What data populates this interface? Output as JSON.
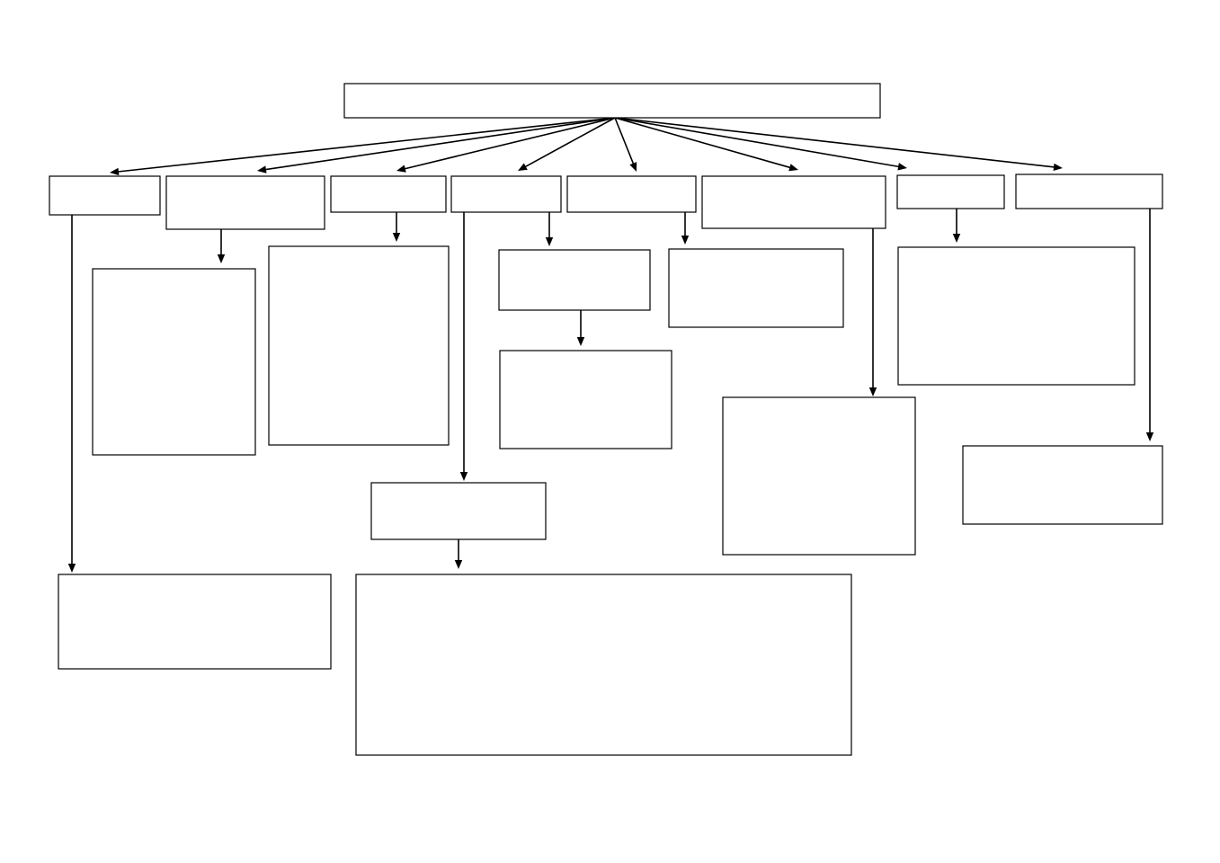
{
  "diagram": {
    "type": "flowchart",
    "colors": {
      "stroke": "#000000",
      "fill": "#ffffff",
      "background": "#ffffff"
    },
    "nodes": [
      {
        "id": "root",
        "label": ""
      },
      {
        "id": "branch-1",
        "label": ""
      },
      {
        "id": "branch-2",
        "label": ""
      },
      {
        "id": "branch-3",
        "label": ""
      },
      {
        "id": "branch-4",
        "label": ""
      },
      {
        "id": "branch-5",
        "label": ""
      },
      {
        "id": "branch-6",
        "label": ""
      },
      {
        "id": "branch-7",
        "label": ""
      },
      {
        "id": "branch-8",
        "label": ""
      },
      {
        "id": "branch-1-child",
        "label": ""
      },
      {
        "id": "branch-2-child",
        "label": ""
      },
      {
        "id": "branch-3-child",
        "label": ""
      },
      {
        "id": "branch-4-child-a",
        "label": ""
      },
      {
        "id": "branch-4-child-b",
        "label": ""
      },
      {
        "id": "branch-4-child-a-child",
        "label": ""
      },
      {
        "id": "branch-4-child-a-child-child",
        "label": ""
      },
      {
        "id": "branch-5-child-a",
        "label": ""
      },
      {
        "id": "branch-5-child-b",
        "label": ""
      },
      {
        "id": "branch-6-child",
        "label": ""
      },
      {
        "id": "branch-7-child",
        "label": ""
      },
      {
        "id": "branch-8-child",
        "label": ""
      }
    ],
    "edges": [
      {
        "from": "root",
        "to": "branch-1"
      },
      {
        "from": "root",
        "to": "branch-2"
      },
      {
        "from": "root",
        "to": "branch-3"
      },
      {
        "from": "root",
        "to": "branch-4"
      },
      {
        "from": "root",
        "to": "branch-5"
      },
      {
        "from": "root",
        "to": "branch-6"
      },
      {
        "from": "root",
        "to": "branch-7"
      },
      {
        "from": "root",
        "to": "branch-8"
      },
      {
        "from": "branch-1",
        "to": "branch-1-child"
      },
      {
        "from": "branch-2",
        "to": "branch-2-child"
      },
      {
        "from": "branch-3",
        "to": "branch-3-child"
      },
      {
        "from": "branch-4",
        "to": "branch-4-child-a"
      },
      {
        "from": "branch-4",
        "to": "branch-4-child-b"
      },
      {
        "from": "branch-4-child-a",
        "to": "branch-4-child-a-child"
      },
      {
        "from": "branch-4-child-a-child",
        "to": "branch-4-child-a-child-child"
      },
      {
        "from": "branch-5",
        "to": "branch-5-child-a"
      },
      {
        "from": "branch-5",
        "to": "branch-5-child-b"
      },
      {
        "from": "branch-6",
        "to": "branch-6-child"
      },
      {
        "from": "branch-7",
        "to": "branch-7-child"
      },
      {
        "from": "branch-8",
        "to": "branch-8-child"
      }
    ]
  }
}
